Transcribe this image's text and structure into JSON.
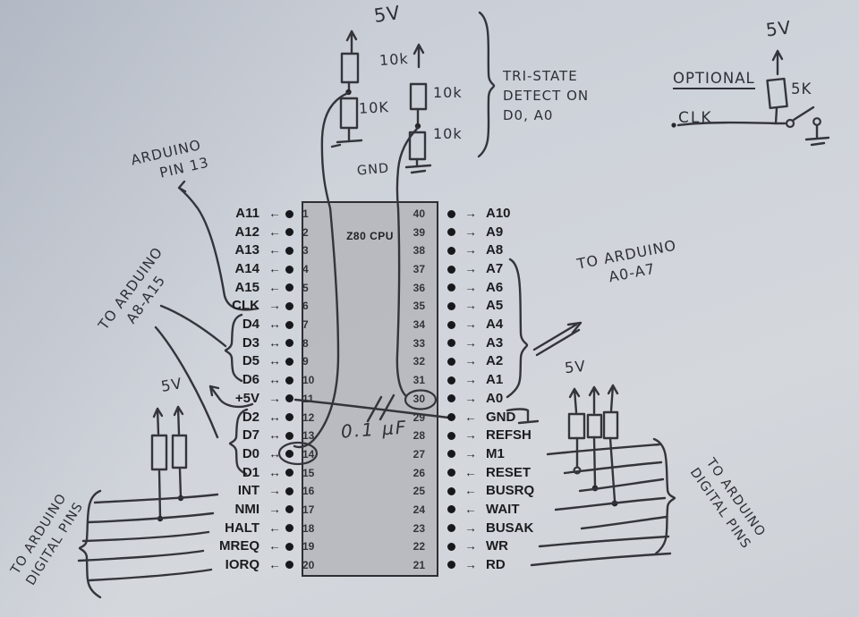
{
  "chip": {
    "title": "Z80 CPU",
    "left_pins": [
      {
        "num": "1",
        "label": "A11",
        "dir": "←"
      },
      {
        "num": "2",
        "label": "A12",
        "dir": "←"
      },
      {
        "num": "3",
        "label": "A13",
        "dir": "←"
      },
      {
        "num": "4",
        "label": "A14",
        "dir": "←"
      },
      {
        "num": "5",
        "label": "A15",
        "dir": "←"
      },
      {
        "num": "6",
        "label": "CLK",
        "dir": "→"
      },
      {
        "num": "7",
        "label": "D4",
        "dir": "↔"
      },
      {
        "num": "8",
        "label": "D3",
        "dir": "↔"
      },
      {
        "num": "9",
        "label": "D5",
        "dir": "↔"
      },
      {
        "num": "10",
        "label": "D6",
        "dir": "↔"
      },
      {
        "num": "11",
        "label": "+5V",
        "dir": "→"
      },
      {
        "num": "12",
        "label": "D2",
        "dir": "↔"
      },
      {
        "num": "13",
        "label": "D7",
        "dir": "↔"
      },
      {
        "num": "14",
        "label": "D0",
        "dir": "↔"
      },
      {
        "num": "15",
        "label": "D1",
        "dir": "↔"
      },
      {
        "num": "16",
        "label": "INT",
        "dir": "→"
      },
      {
        "num": "17",
        "label": "NMI",
        "dir": "→"
      },
      {
        "num": "18",
        "label": "HALT",
        "dir": "←"
      },
      {
        "num": "19",
        "label": "MREQ",
        "dir": "←"
      },
      {
        "num": "20",
        "label": "IORQ",
        "dir": "←"
      }
    ],
    "right_pins": [
      {
        "num": "40",
        "label": "A10",
        "dir": "→"
      },
      {
        "num": "39",
        "label": "A9",
        "dir": "→"
      },
      {
        "num": "38",
        "label": "A8",
        "dir": "→"
      },
      {
        "num": "37",
        "label": "A7",
        "dir": "→"
      },
      {
        "num": "36",
        "label": "A6",
        "dir": "→"
      },
      {
        "num": "35",
        "label": "A5",
        "dir": "→"
      },
      {
        "num": "34",
        "label": "A4",
        "dir": "→"
      },
      {
        "num": "33",
        "label": "A3",
        "dir": "→"
      },
      {
        "num": "32",
        "label": "A2",
        "dir": "→"
      },
      {
        "num": "31",
        "label": "A1",
        "dir": "→"
      },
      {
        "num": "30",
        "label": "A0",
        "dir": "→"
      },
      {
        "num": "29",
        "label": "GND",
        "dir": "←"
      },
      {
        "num": "28",
        "label": "REFSH",
        "dir": "→"
      },
      {
        "num": "27",
        "label": "M1",
        "dir": "→"
      },
      {
        "num": "26",
        "label": "RESET",
        "dir": "←"
      },
      {
        "num": "25",
        "label": "BUSRQ",
        "dir": "←"
      },
      {
        "num": "24",
        "label": "WAIT",
        "dir": "←"
      },
      {
        "num": "23",
        "label": "BUSAK",
        "dir": "→"
      },
      {
        "num": "22",
        "label": "WR",
        "dir": "→"
      },
      {
        "num": "21",
        "label": "RD",
        "dir": "→"
      }
    ]
  },
  "annotations": {
    "top_divider": {
      "supply": "5V",
      "r1": "10k",
      "r2": "10K",
      "r3": "10k",
      "r4": "10k",
      "gnd": "GND"
    },
    "tri_state": [
      "TRI-STATE",
      "DETECT ON",
      "D0, A0"
    ],
    "optional": {
      "title": "OPTIONAL",
      "supply": "5V",
      "resistor": "5K",
      "clk": "CLK"
    },
    "arduino_pin13": [
      "ARDUINO",
      "PIN 13"
    ],
    "to_arduino_a8_a15": [
      "TO ARDUINO",
      "A8-A15"
    ],
    "to_arduino_a0_a7": [
      "TO ARDUINO",
      "A0-A7"
    ],
    "capacitor": "0.1 µF",
    "left_pullups_supply": "5V",
    "right_pullups_supply": "5V",
    "left_digital": [
      "TO ARDUINO",
      "DIGITAL PINS"
    ],
    "right_digital": [
      "TO ARDUINO",
      "DIGITAL PINS"
    ]
  },
  "colors": {
    "paper": "#cfd3da",
    "ink": "#34353b",
    "chip_fill": "#b0b2b7"
  }
}
